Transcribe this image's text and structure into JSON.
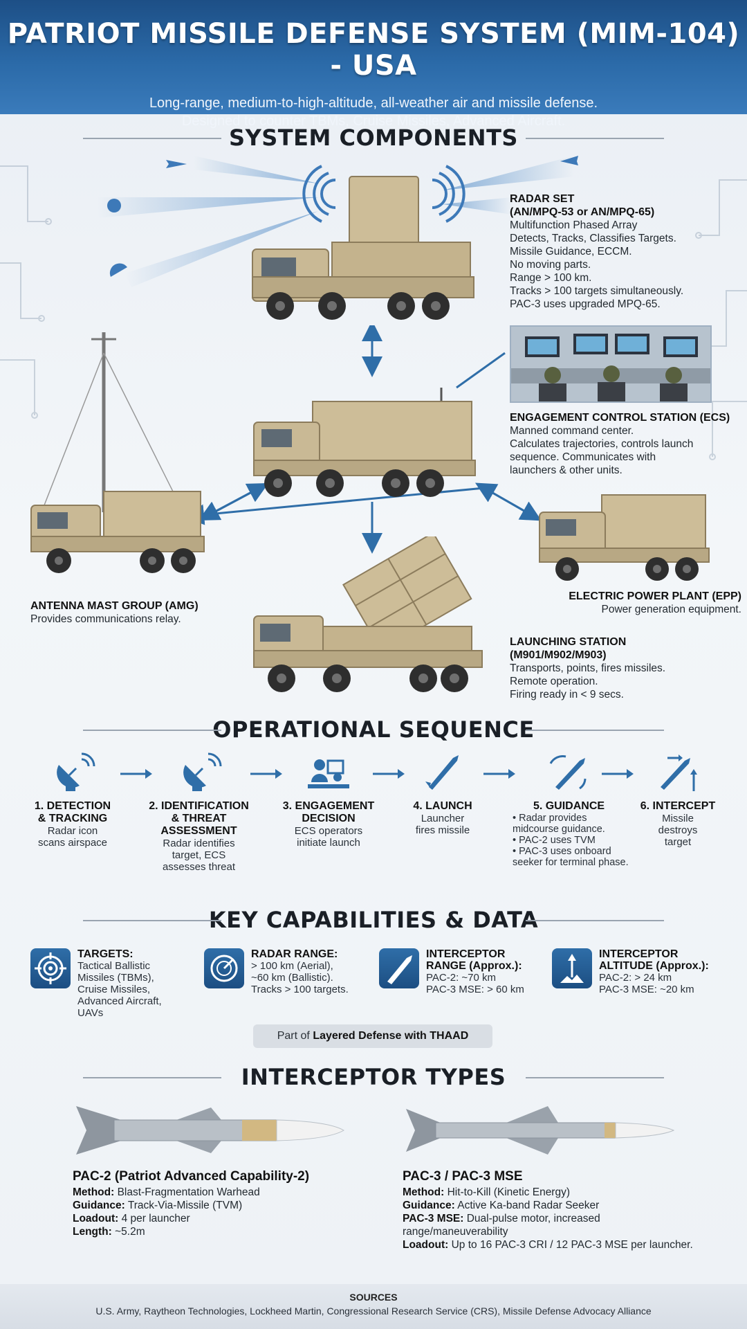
{
  "header": {
    "title": "PATRIOT MISSILE DEFENSE SYSTEM (MIM-104) - USA",
    "subtitle_line1": "Long-range, medium-to-high-altitude, all-weather air and missile defense.",
    "subtitle_line2": "Designed to counter TBMs, Cruise Missiles, Advanced Aircraft."
  },
  "sections": {
    "components": "SYSTEM COMPONENTS",
    "sequence": "OPERATIONAL SEQUENCE",
    "capabilities": "KEY CAPABILITIES & DATA",
    "interceptors": "INTERCEPTOR TYPES"
  },
  "components": {
    "radar": {
      "name": "RADAR SET",
      "model": "(AN/MPQ-53 or AN/MPQ-65)",
      "desc": "Multifunction Phased Array\nDetects, Tracks, Classifies Targets.\nMissile Guidance, ECCM.\nNo moving parts.\nRange > 100 km.\nTracks > 100 targets simultaneously.\nPAC-3 uses upgraded MPQ-65."
    },
    "ecs": {
      "name": "ENGAGEMENT CONTROL STATION (ECS)",
      "desc": "Manned command center.\nCalculates trajectories, controls launch\nsequence. Communicates with\nlaunchers & other units."
    },
    "amg": {
      "name": "ANTENNA MAST GROUP (AMG)",
      "desc": "Provides communications relay."
    },
    "epp": {
      "name": "ELECTRIC POWER PLANT (EPP)",
      "desc": "Power generation equipment."
    },
    "launcher": {
      "name": "LAUNCHING STATION",
      "model": "(M901/M902/M903)",
      "desc": "Transports, points, fires missiles.\nRemote operation.\nFiring ready in < 9 secs."
    }
  },
  "sequence": [
    {
      "title": "1. DETECTION\n& TRACKING",
      "desc": "Radar icon\nscans airspace",
      "icon": "radar-dish-icon"
    },
    {
      "title": "2. IDENTIFICATION\n& THREAT\nASSESSMENT",
      "desc": "Radar identifies\ntarget, ECS\nassesses threat",
      "icon": "radar-dish-icon"
    },
    {
      "title": "3. ENGAGEMENT\nDECISION",
      "desc": "ECS operators\ninitiate launch",
      "icon": "operators-icon"
    },
    {
      "title": "4. LAUNCH",
      "desc": "Launcher\nfires missile",
      "icon": "missile-icon"
    },
    {
      "title": "5. GUIDANCE",
      "bullets": [
        "Radar provides midcourse guidance.",
        "PAC-2 uses TVM",
        "PAC-3 uses onboard seeker for terminal phase."
      ],
      "icon": "guidance-icon"
    },
    {
      "title": "6. INTERCEPT",
      "desc": "Missile\ndestroys\ntarget",
      "icon": "intercept-icon"
    }
  ],
  "capabilities": [
    {
      "title": "TARGETS:",
      "desc": "Tactical Ballistic\nMissiles (TBMs),\nCruise Missiles,\nAdvanced Aircraft,\nUAVs",
      "icon": "target-icon"
    },
    {
      "title": "RADAR RANGE:",
      "desc": "> 100 km (Aerial),\n~60 km (Ballistic).\nTracks > 100 targets.",
      "icon": "radar-scope-icon"
    },
    {
      "title": "INTERCEPTOR\nRANGE (Approx.):",
      "desc": "PAC-2: ~70 km\nPAC-3 MSE: > 60 km",
      "icon": "missile-range-icon"
    },
    {
      "title": "INTERCEPTOR\nALTITUDE (Approx.):",
      "desc": "PAC-2: > 24 km\nPAC-3 MSE: ~20 km",
      "icon": "altitude-icon"
    }
  ],
  "layered": {
    "prefix": "Part of ",
    "bold": "Layered Defense with THAAD"
  },
  "interceptors": {
    "pac2": {
      "name": "PAC-2 (Patriot Advanced Capability-2)",
      "rows": [
        {
          "k": "Method:",
          "v": " Blast-Fragmentation Warhead"
        },
        {
          "k": "Guidance:",
          "v": " Track-Via-Missile (TVM)"
        },
        {
          "k": "Loadout:",
          "v": " 4 per launcher"
        },
        {
          "k": "Length:",
          "v": " ~5.2m"
        }
      ]
    },
    "pac3": {
      "name": "PAC-3 / PAC-3 MSE",
      "rows": [
        {
          "k": "Method:",
          "v": " Hit-to-Kill (Kinetic Energy)"
        },
        {
          "k": "Guidance:",
          "v": " Active Ka-band Radar Seeker"
        },
        {
          "k": "PAC-3 MSE:",
          "v": " Dual-pulse motor, increased range/maneuverability"
        },
        {
          "k": "Loadout:",
          "v": " Up to 16 PAC-3 CRI / 12 PAC-3 MSE per launcher."
        }
      ]
    }
  },
  "sources": {
    "title": "SOURCES",
    "list": "U.S. Army, Raytheon Technologies, Lockheed Martin, Congressional Research Service (CRS), Missile Defense Advocacy Alliance"
  },
  "colors": {
    "header_blue": "#2b6aa8",
    "vehicle_tan": "#c9b995",
    "accent_blue": "#2f6ea8"
  }
}
